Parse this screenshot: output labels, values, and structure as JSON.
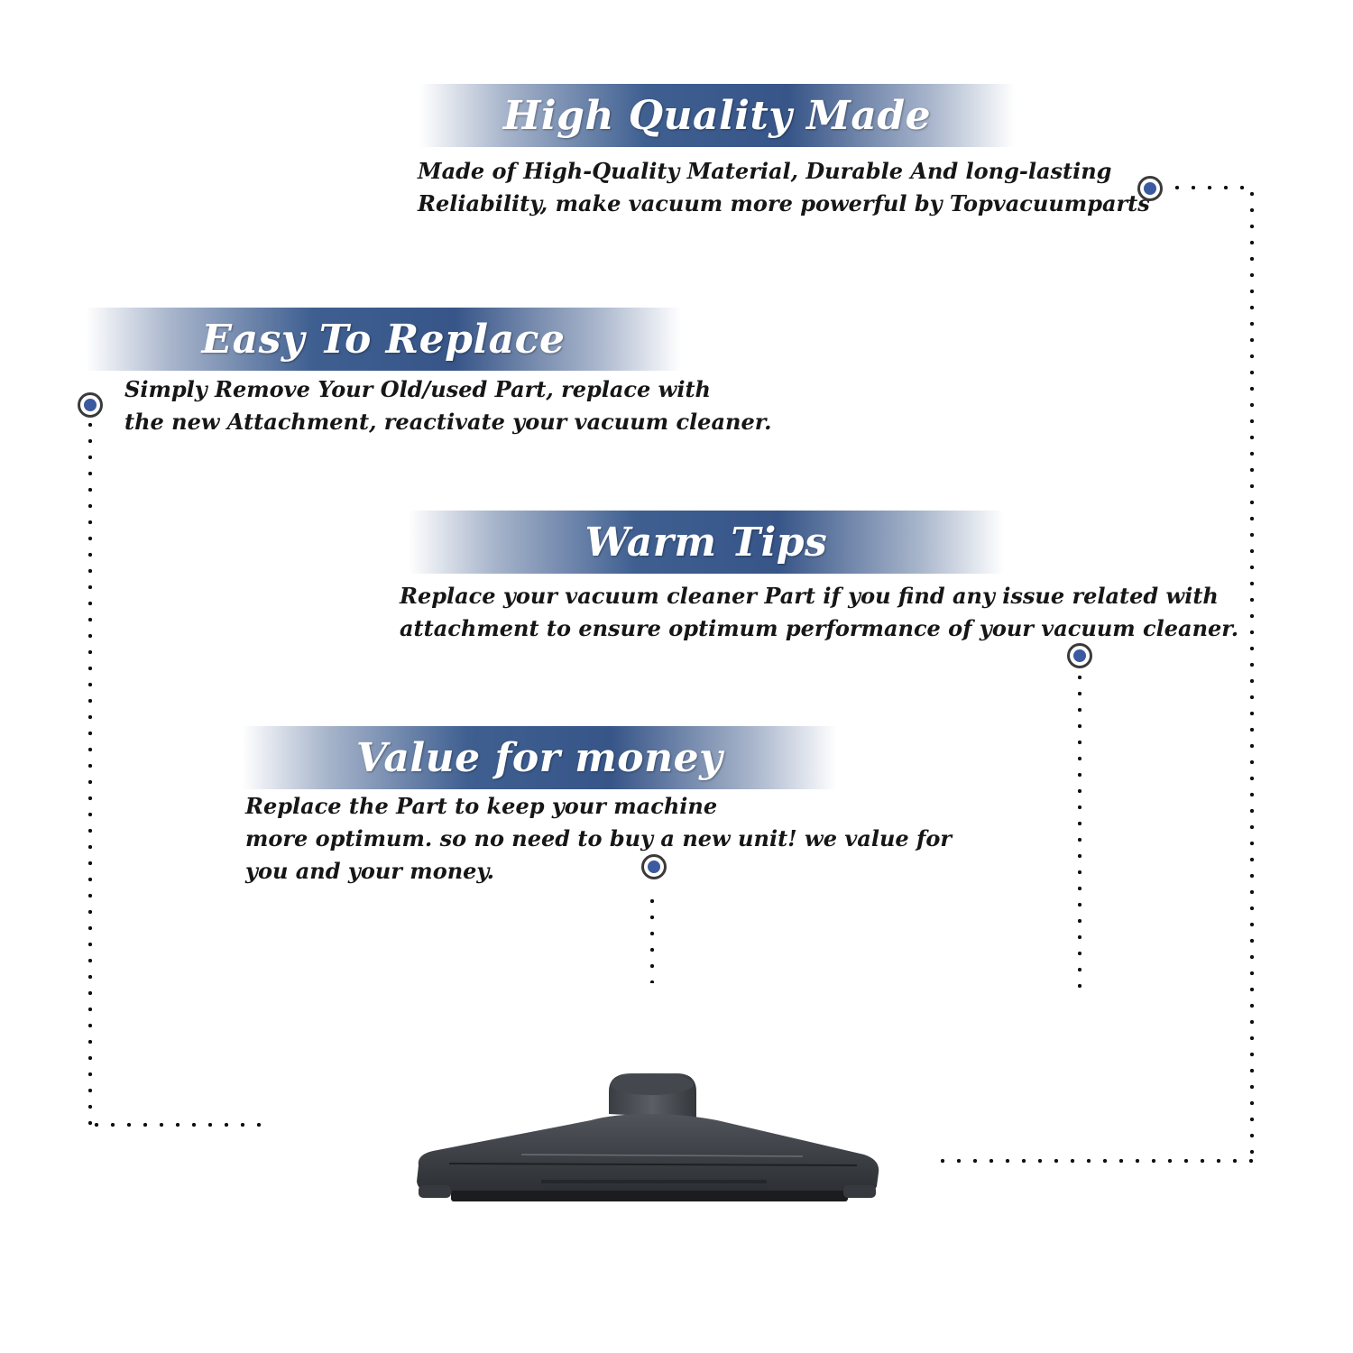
{
  "sections": [
    {
      "title": "High Quality Made",
      "lines": [
        "Made of  High-Quality Material, Durable And long-lasting",
        "Reliability, make vacuum more powerful by Topvacuumparts"
      ]
    },
    {
      "title": "Easy To Replace",
      "lines": [
        "Simply Remove Your Old/used Part, replace with",
        "the new Attachment, reactivate your vacuum cleaner."
      ]
    },
    {
      "title": "Warm Tips",
      "lines": [
        "Replace your vacuum cleaner Part if you find any issue related with",
        " attachment to ensure optimum performance of your vacuum cleaner."
      ]
    },
    {
      "title": "Value for money",
      "lines": [
        "Replace the Part to keep your machine",
        "more optimum. so no need to buy a new unit! we value for",
        "you and your money."
      ]
    }
  ],
  "product": {
    "icon": "vacuum-floor-brush-attachment-icon",
    "color": "#3a3d42"
  },
  "colors": {
    "banner": "#3f5f91",
    "marker": "#3b5aa0",
    "text": "#161616"
  }
}
